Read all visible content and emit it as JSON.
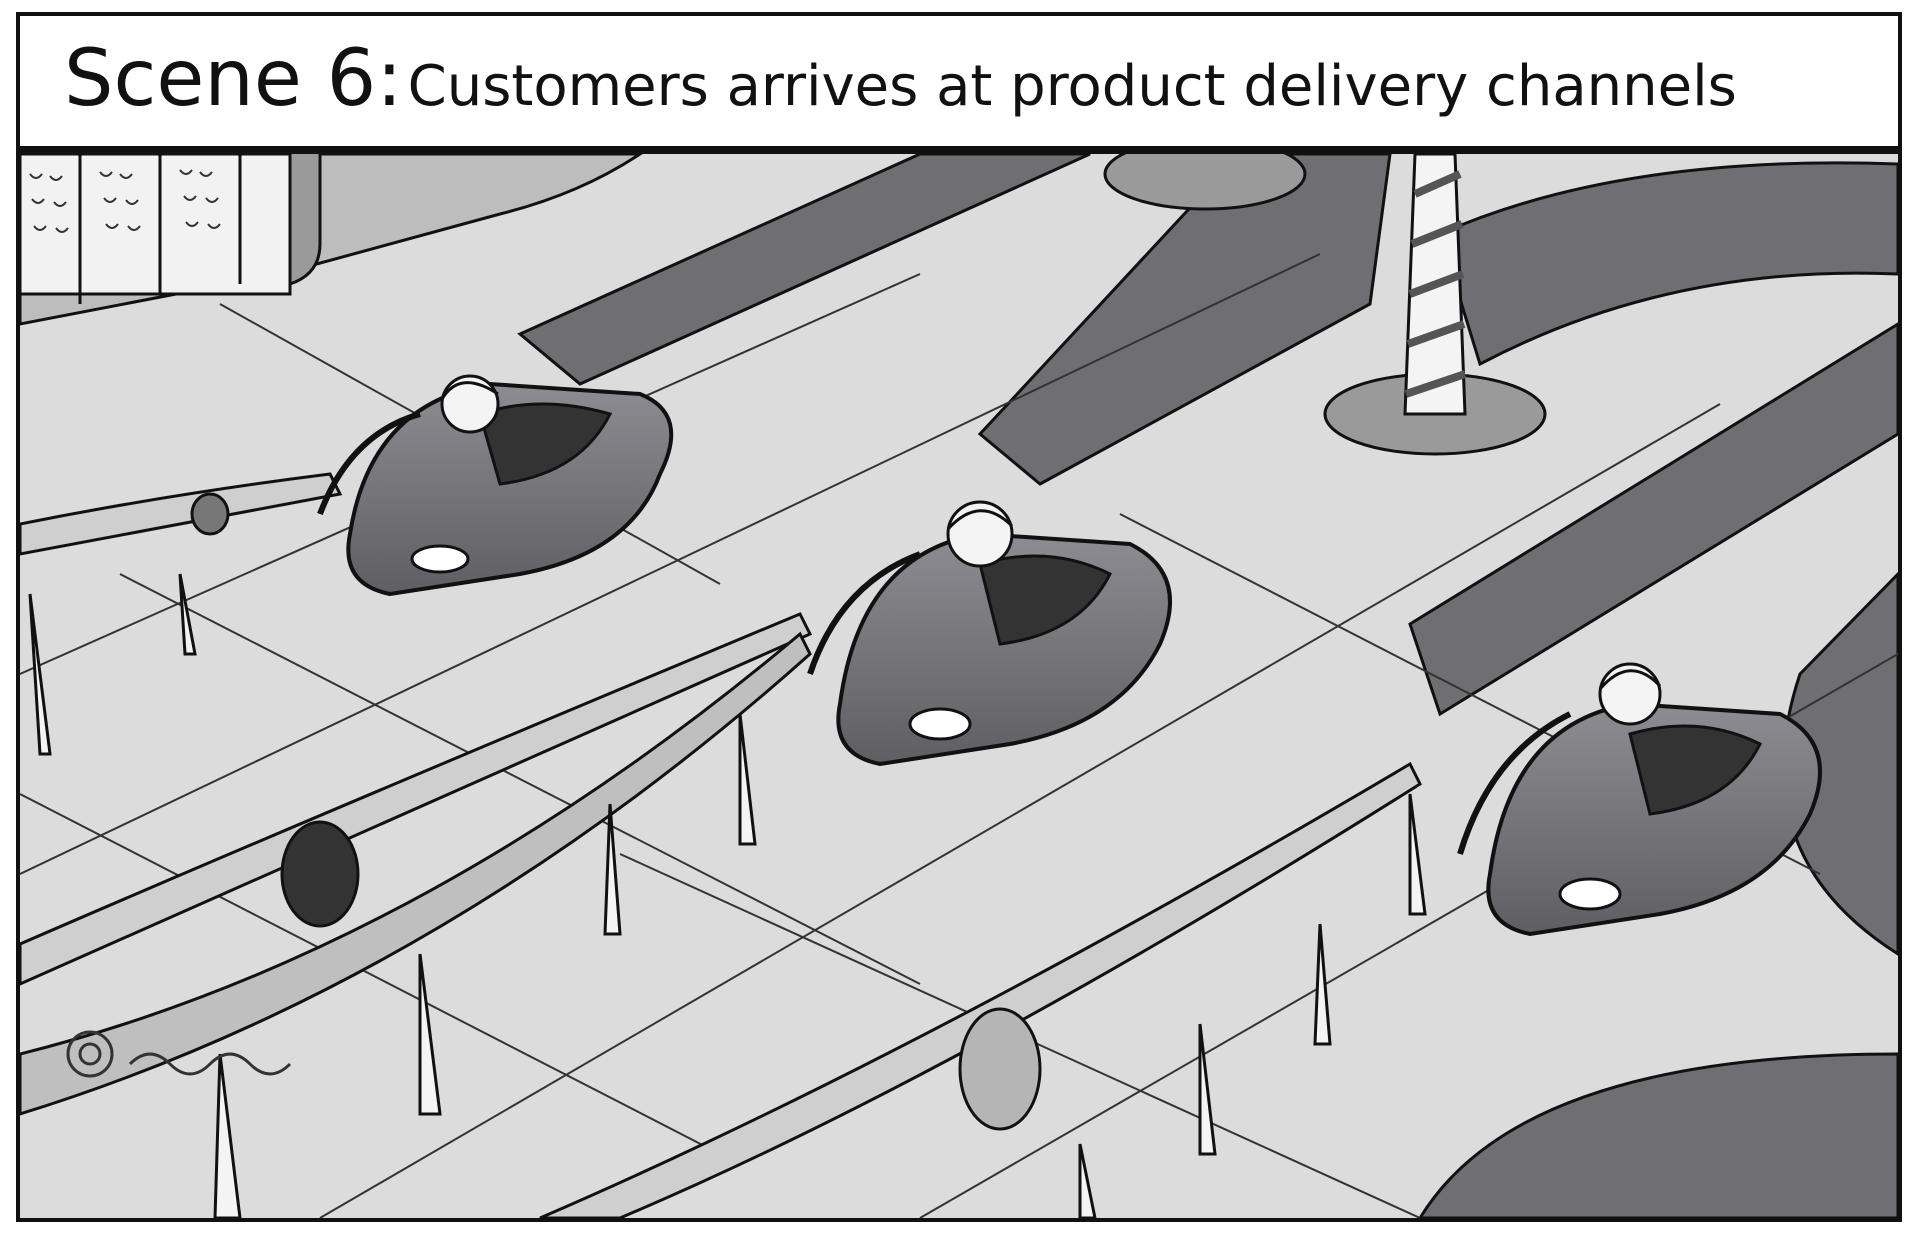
{
  "header": {
    "scene_label": "Scene 6:",
    "scene_description": "Customers arrives at product delivery channels"
  },
  "illustration": {
    "style": "grayscale comic panel",
    "characters": [
      "girl-driver",
      "boy-driver-center",
      "boy-driver-right"
    ],
    "colors": {
      "floor": "#dedede",
      "belt": "#6f6f73",
      "car": "#77777c",
      "ink": "#111111"
    }
  }
}
